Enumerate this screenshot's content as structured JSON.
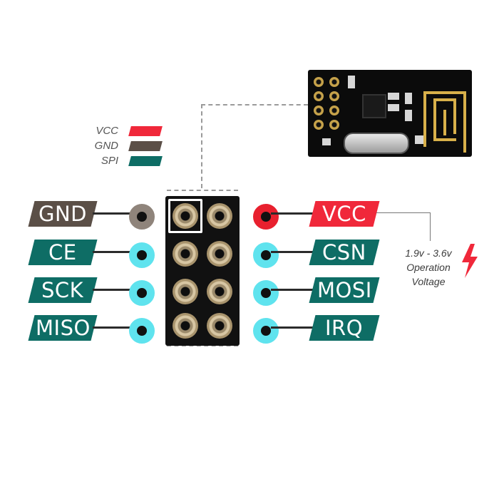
{
  "legend": [
    {
      "label": "VCC",
      "color": "#f0283a"
    },
    {
      "label": "GND",
      "color": "#5b4f47"
    },
    {
      "label": "SPI",
      "color": "#0e6d65"
    }
  ],
  "pins_left": [
    {
      "label": "GND",
      "type": "gnd"
    },
    {
      "label": "CE",
      "type": "spi"
    },
    {
      "label": "SCK",
      "type": "spi"
    },
    {
      "label": "MISO",
      "type": "spi"
    }
  ],
  "pins_right": [
    {
      "label": "VCC",
      "type": "vcc"
    },
    {
      "label": "CSN",
      "type": "spi"
    },
    {
      "label": "MOSI",
      "type": "spi"
    },
    {
      "label": "IRQ",
      "type": "spi"
    }
  ],
  "operation": {
    "range": "1.9v - 3.6v",
    "line1": "Operation",
    "line2": "Voltage",
    "icon": "lightning-bolt-icon"
  },
  "colors": {
    "vcc": "#f0283a",
    "gnd": "#5b4f47",
    "spi": "#0e6d65",
    "dot_ring_spi": "#5fe3ee",
    "dot_ring_gnd": "#8f847b",
    "dot_ring_vcc": "#e8202e"
  }
}
